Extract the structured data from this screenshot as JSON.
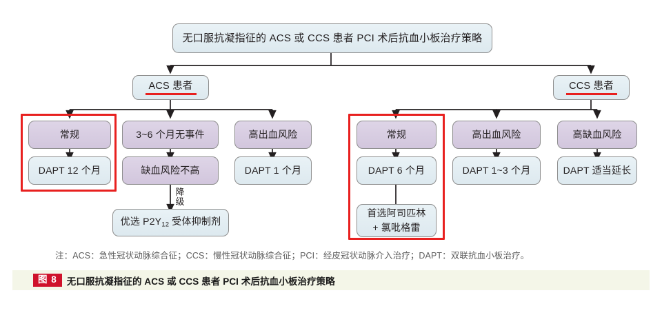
{
  "figure": {
    "title_box": "无口服抗凝指征的 ACS 或 CCS 患者 PCI 术后抗血小板治疗策略",
    "branches": {
      "acs": {
        "label": "ACS 患者",
        "columns": [
          {
            "head": "常规",
            "steps": [
              "DAPT 12 个月"
            ],
            "highlighted": "true"
          },
          {
            "head": "3~6 个月无事件",
            "steps": [
              "缺血风险不高",
              "优选 P2Y12 受体抑制剂"
            ],
            "connector_label": "降级",
            "highlighted": "false"
          },
          {
            "head": "高出血风险",
            "steps": [
              "DAPT 1 个月"
            ],
            "highlighted": "false"
          }
        ]
      },
      "ccs": {
        "label": "CCS 患者",
        "columns": [
          {
            "head": "常规",
            "steps": [
              "DAPT 6 个月",
              "首选阿司匹林",
              "+ 氯吡格雷"
            ],
            "highlighted": "true"
          },
          {
            "head": "高出血风险",
            "steps": [
              "DAPT 1~3 个月"
            ],
            "highlighted": "false"
          },
          {
            "head": "高缺血风险",
            "steps": [
              "DAPT 适当延长"
            ],
            "highlighted": "false"
          }
        ]
      }
    },
    "downgrade_label_chars": [
      "降",
      "级"
    ],
    "p2y12_prefix": "优选 P2Y",
    "p2y12_sub": "12",
    "p2y12_suffix": " 受体抑制剂",
    "aspirin_line1": "首选阿司匹林",
    "aspirin_line2": "+ 氯吡格雷",
    "footnote": "注：ACS：急性冠状动脉综合征；CCS：慢性冠状动脉综合征；PCI：经皮冠状动脉介入治疗；DAPT：双联抗血小板治疗。",
    "caption": {
      "badge": "图 8",
      "text": "无口服抗凝指征的 ACS 或 CCS 患者 PCI 术后抗血小板治疗策略"
    },
    "colors": {
      "blue_fill": "#e3eff4",
      "purple_fill": "#d9cfe2",
      "red_accent": "#e8201f",
      "badge_red": "#cf122b",
      "caption_bg": "#f4f6e8",
      "border_gray": "#8d8d8d"
    }
  }
}
